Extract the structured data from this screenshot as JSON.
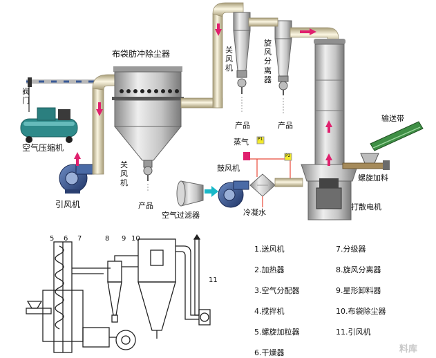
{
  "top_diagram": {
    "labels": {
      "valve": "阀门",
      "air_compressor": "空气压缩机",
      "induced_fan": "引风机",
      "bag_filter": "布袋肪冲除尘器",
      "airlock_left": "关风机",
      "airlock_top": "关风机",
      "cyclone": "旋风分离器",
      "product_left": "产品",
      "product_mid": "产品",
      "product_right": "产品",
      "steam": "蒸气",
      "blower": "鼓风机",
      "air_filter": "空气过滤器",
      "condensate": "冷凝水",
      "conveyor": "输送带",
      "screw_feeder": "螺旋加料",
      "disperser_motor": "打散电机",
      "tag_p1": "P1",
      "tag_p2": "P2"
    }
  },
  "bottom_diagram": {
    "numbers": [
      "5",
      "6",
      "7",
      "8",
      "9",
      "10",
      "11"
    ]
  },
  "legend": {
    "items": [
      "1.送风机",
      "2.加热器",
      "3.空气分配器",
      "4.搅拌机",
      "5.螺旋加粒器",
      "6.干燥器",
      "7.分级器",
      "8.旋风分离器",
      "9.星形卸料器",
      "10.布袋除尘器",
      "11.引风机"
    ]
  },
  "watermark": "料库",
  "colors": {
    "pipe": "#ece4c4",
    "pipe_edge": "#9a9070",
    "steel": "#c9c9c9",
    "steel_dark": "#7d7d7d",
    "flow_arrow": "#e0206e",
    "fan_blue": "#3a5a96",
    "compressor_teal": "#2e8a8a",
    "conveyor_green": "#3f8f45",
    "air_arrow": "#18b8c8"
  }
}
